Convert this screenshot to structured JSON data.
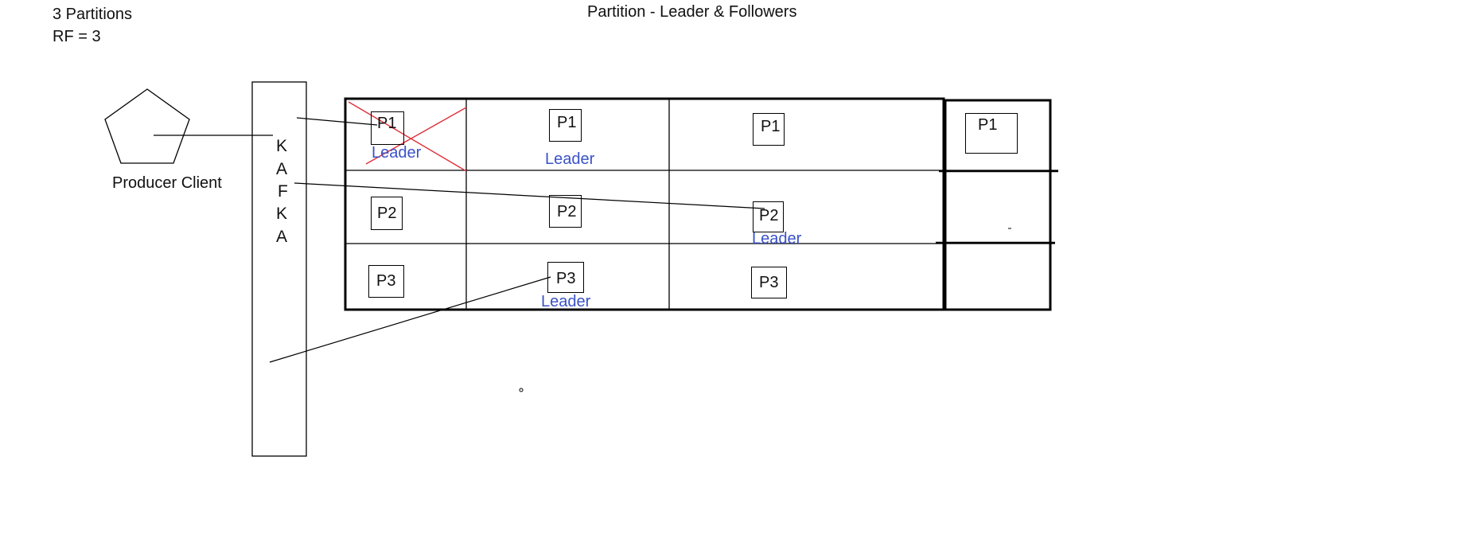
{
  "header": {
    "partitions_note": "3 Partitions",
    "rf_note": "RF = 3",
    "title": "Partition - Leader & Followers"
  },
  "producer": {
    "label": "Producer Client",
    "icon": "pentagon-icon"
  },
  "kafka": {
    "letters": [
      "K",
      "A",
      "F",
      "K",
      "A"
    ]
  },
  "partitions": {
    "p1": "P1",
    "p2": "P2",
    "p3": "P3"
  },
  "leader_label": "Leader",
  "colors": {
    "leader_text": "#3a52c8",
    "failed_cross": "#e0303a",
    "lines": "#000000"
  }
}
